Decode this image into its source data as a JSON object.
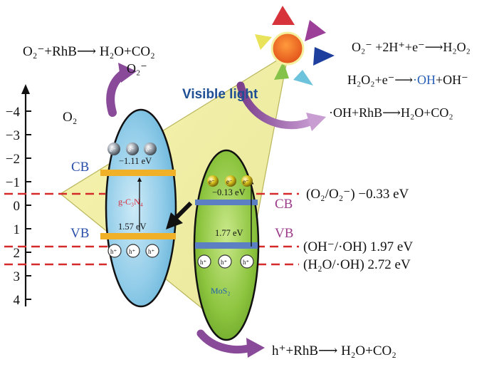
{
  "axis": {
    "ticks": [
      "-4",
      "-3",
      "-2",
      "-1",
      "0",
      "1",
      "2",
      "3",
      "4"
    ]
  },
  "light": {
    "label": "Visible light"
  },
  "left_top": {
    "reaction_line": "O₂⁻+RhB⟶ H₂O+CO₂",
    "superoxide": "O₂⁻",
    "oxygen": "O₂"
  },
  "right_reactions": {
    "r1": "O₂⁻ +2H⁺+e⁻⟶H₂O₂",
    "r2_prefix": "H₂O₂+e⁻⟶",
    "r2_radical": "·OH",
    "r2_suffix": "+OH⁻",
    "r3": "·OH+RhB⟶H₂O+CO₂"
  },
  "gcn": {
    "name": "g-C₃N₄",
    "cb_label": "CB",
    "vb_label": "VB",
    "cb_value": "−1.11 eV",
    "vb_value": "1.57 eV",
    "electron": "e⁻",
    "hole": "h⁺"
  },
  "mos2": {
    "name": "MoS₂",
    "cb_label": "CB",
    "vb_label": "VB",
    "cb_value": "−0.13 eV",
    "gap_value": "1.77 eV",
    "electron": "e⁻",
    "hole": "h⁺"
  },
  "potentials": {
    "o2": "(O₂/O₂⁻) −0.33 eV",
    "oh": "(OH⁻/·OH) 1.97 eV",
    "h2o": "(H₂O/·OH) 2.72  eV"
  },
  "bottom_reaction": "h⁺+RhB⟶ H₂O+CO₂",
  "colors": {
    "cb_label_left": "#2a4fa8",
    "vb_label_left": "#2a4fa8",
    "cb_label_right": "#9b3d8a",
    "vb_label_right": "#9b3d8a",
    "gcn_name": "#d8283a",
    "mos2_name": "#1e5fb0",
    "radical": "#2a60b8",
    "dashed": "#d42a2a",
    "band": "#f0b028",
    "mos2_band": "#5b7fc2"
  }
}
